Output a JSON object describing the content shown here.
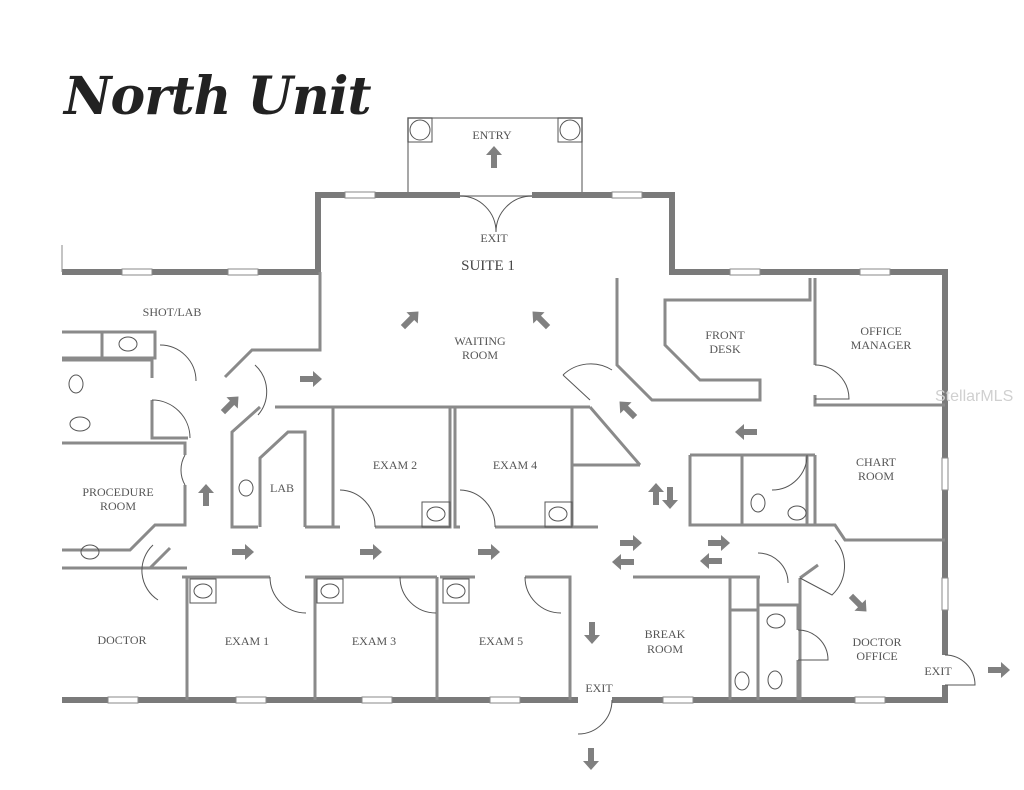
{
  "title": "North Unit",
  "suite": "SUITE 1",
  "watermark": "StellarMLS",
  "rooms": {
    "entry": "ENTRY",
    "exit_top": "EXIT",
    "waiting_1": "WAITING",
    "waiting_2": "ROOM",
    "shot_lab": "SHOT/LAB",
    "procedure_1": "PROCEDURE",
    "procedure_2": "ROOM",
    "lab": "LAB",
    "exam2": "EXAM 2",
    "exam4": "EXAM 4",
    "doctor": "DOCTOR",
    "exam1": "EXAM 1",
    "exam3": "EXAM 3",
    "exam5": "EXAM 5",
    "front_desk_1": "FRONT",
    "front_desk_2": "DESK",
    "office_manager_1": "OFFICE",
    "office_manager_2": "MANAGER",
    "chart_1": "CHART",
    "chart_2": "ROOM",
    "break_1": "BREAK",
    "break_2": "ROOM",
    "doctor_office_1": "DOCTOR",
    "doctor_office_2": "OFFICE",
    "exit_bottom": "EXIT",
    "exit_right": "EXIT"
  }
}
